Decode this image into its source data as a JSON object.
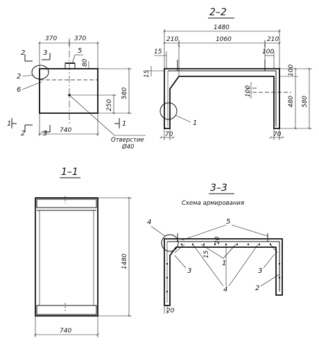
{
  "sections": {
    "s22": "2–2",
    "s11": "1–1",
    "s33": "3–3",
    "s33_caption": "Схема армирования"
  },
  "view_side": {
    "dim_370_left": "370",
    "dim_370_right": "370",
    "dim_80": "80",
    "dim_580": "580",
    "dim_250": "250",
    "dim_740": "740",
    "label_5": "5",
    "label_2": "2",
    "label_6": "6",
    "cut_2_top": "2",
    "cut_3_top": "3",
    "cut_1_left": "1",
    "cut_1_right": "1",
    "cut_2_bottom": "2",
    "cut_3_bottom": "3",
    "hole_note": "Отверстие",
    "hole_diameter": "Ø40"
  },
  "view_22": {
    "dim_1480": "1480",
    "dim_210_left": "210",
    "dim_1060": "1060",
    "dim_210_right": "210",
    "dim_15_top": "15",
    "dim_100_right": "100",
    "dim_15_side": "15",
    "dim_100_inner": "100",
    "dim_100_outer": "100",
    "dim_480": "480",
    "dim_580": "580",
    "dim_70_left": "70",
    "dim_70_right": "70",
    "label_1": "1"
  },
  "view_11": {
    "dim_1480": "1480",
    "dim_740": "740"
  },
  "view_33": {
    "label_4_top": "4",
    "label_5": "5",
    "label_20_top": "20",
    "label_15": "15",
    "label_1": "1",
    "label_3_left": "3",
    "label_3_right": "3",
    "label_2": "2",
    "label_4_bottom": "4",
    "label_20_bottom": "20"
  }
}
